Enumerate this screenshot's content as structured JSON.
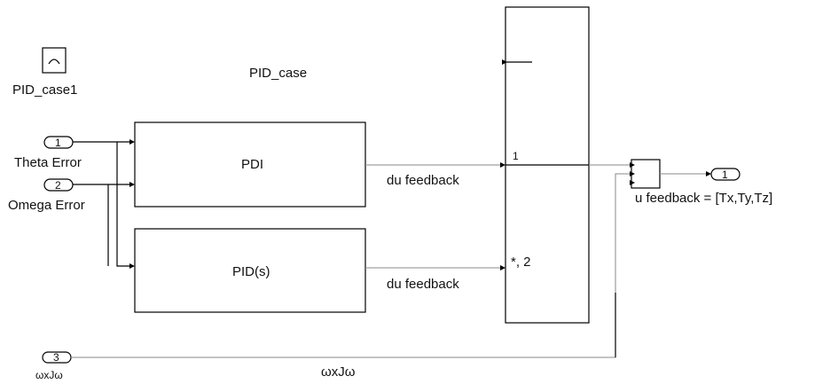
{
  "subsystem": {
    "name": "PID_case",
    "config_block_label": "PID_case1",
    "config_icon": "chart-icon"
  },
  "inports": [
    {
      "number": "1",
      "label": "Theta Error"
    },
    {
      "number": "2",
      "label": "Omega Error"
    },
    {
      "number": "3",
      "label": "ωxJω"
    }
  ],
  "blocks": {
    "pdi": {
      "label": "PDI",
      "output_label": "du feedback"
    },
    "pid": {
      "label": "PID(s)",
      "output_label": "du feedback"
    }
  },
  "switch": {
    "port_labels": [
      "1",
      "*, 2"
    ]
  },
  "outport": {
    "number": "1",
    "label": "u feedback = [Tx,Ty,Tz]"
  },
  "signals": {
    "wxjw_label": "ωxJω"
  }
}
